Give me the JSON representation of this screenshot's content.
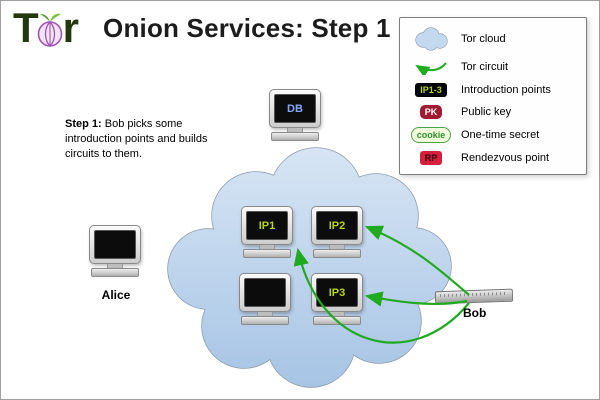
{
  "header": {
    "title": "Onion Services: Step 1",
    "logo": {
      "t": "T",
      "r": "r"
    }
  },
  "note": {
    "label": "Step 1:",
    "text": " Bob picks some introduction points and builds circuits to them."
  },
  "legend": {
    "items": [
      {
        "label": "Tor cloud"
      },
      {
        "label": "Tor circuit"
      },
      {
        "badge": "IP1-3",
        "label": "Introduction points"
      },
      {
        "badge": "PK",
        "label": "Public key"
      },
      {
        "badge": "cookie",
        "label": "One-time secret"
      },
      {
        "badge": "RP",
        "label": "Rendezvous point"
      }
    ]
  },
  "nodes": {
    "db": {
      "label": "DB"
    },
    "ip1": {
      "label": "IP1"
    },
    "ip2": {
      "label": "IP2"
    },
    "ip3": {
      "label": "IP3"
    },
    "blank": {
      "label": ""
    },
    "alice": {
      "label": "Alice"
    },
    "bob": {
      "label": "Bob"
    }
  },
  "colors": {
    "circuit": "#1faa1f",
    "cloud_fill_top": "#d7e5f4",
    "cloud_fill_bottom": "#a6c4e5",
    "cloud_stroke": "#8b99a8",
    "ip_text": "#b5d800",
    "db_text": "#7fa8ff"
  }
}
